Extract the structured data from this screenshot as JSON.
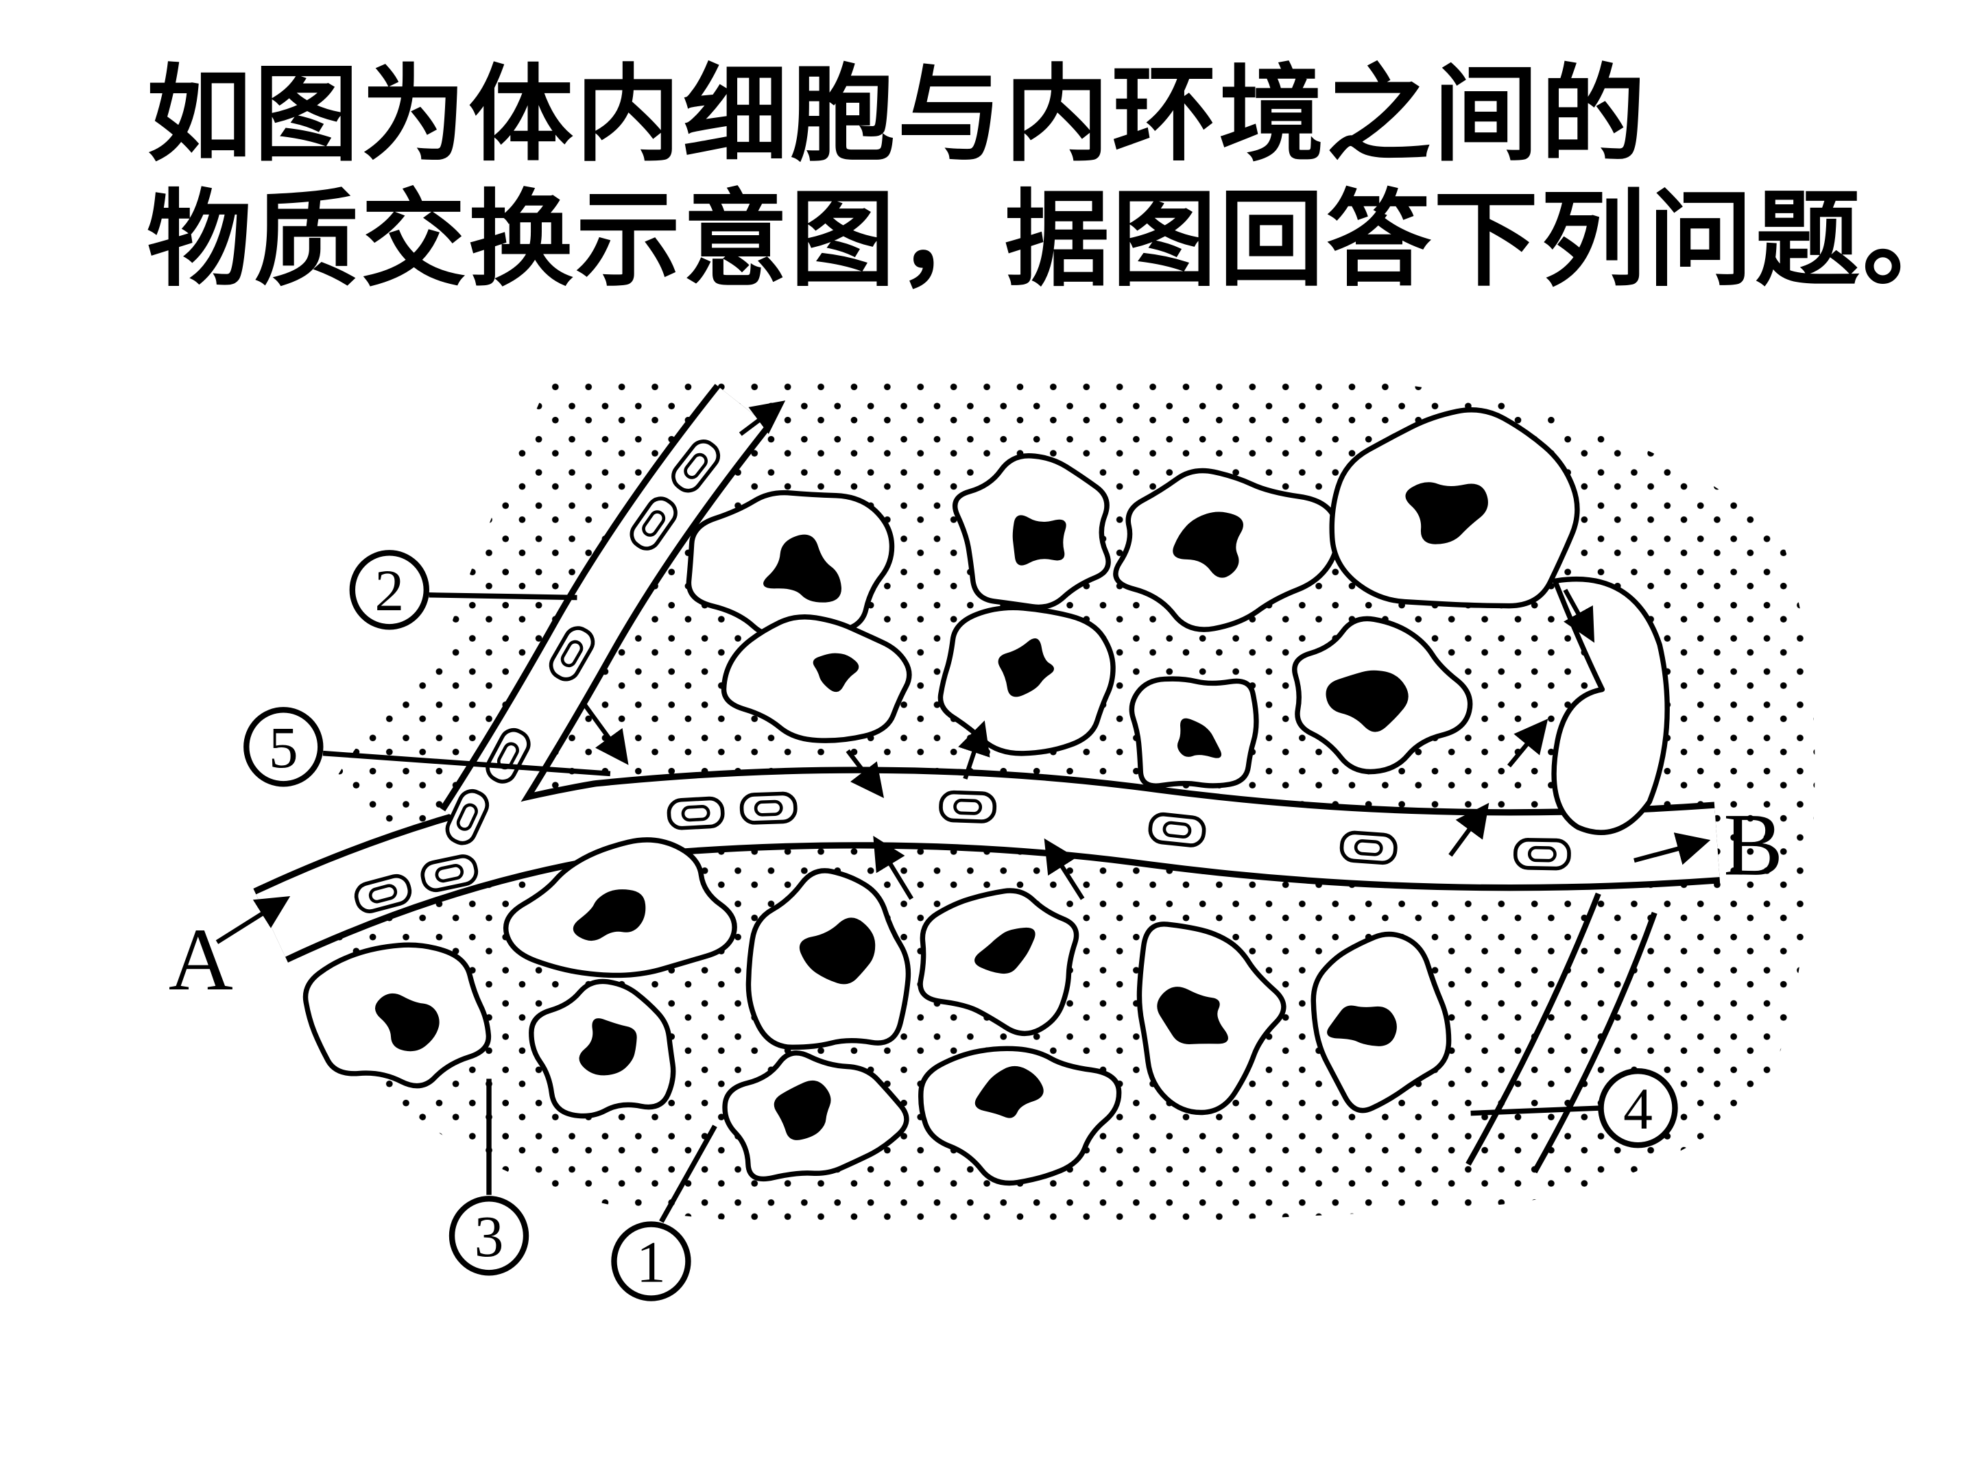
{
  "title": {
    "line1": "如图为体内细胞与内环境之间的",
    "line2": "物质交换示意图，据图回答下列问题。"
  },
  "diagram": {
    "labels": {
      "n1": "1",
      "n2": "2",
      "n3": "3",
      "n4": "4",
      "n5": "5",
      "A": "A",
      "B": "B"
    }
  },
  "colors": {
    "ink": "#000000",
    "background": "#ffffff"
  }
}
